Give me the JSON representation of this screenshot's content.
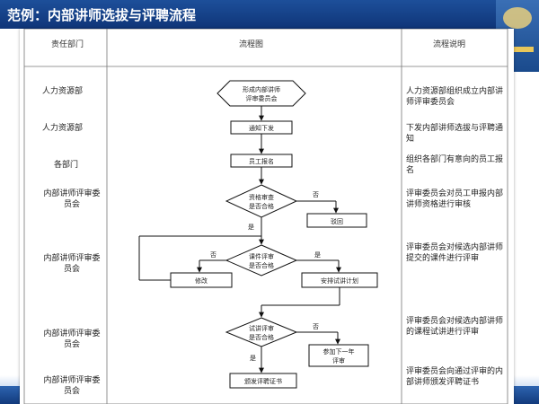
{
  "header": {
    "title": "范例：内部讲师选拔与评聘流程"
  },
  "table": {
    "headers": [
      "责任部门",
      "流程图",
      "流程说明"
    ]
  },
  "rows": [
    {
      "dept": "人力资源部",
      "desc": "人力资源部组织成立内部讲师评审委员会"
    },
    {
      "dept": "人力资源部",
      "desc": "下发内部讲师选拔与评聘通知"
    },
    {
      "dept": "各部门",
      "desc": "组织各部门有意向的员工报名"
    },
    {
      "dept": "内部讲师评审委员会",
      "desc": "评审委员会对员工申报内部讲师资格进行审核"
    },
    {
      "dept": "内部讲师评审委员会",
      "desc": "评审委员会对候选内部讲师提交的课件进行评审"
    },
    {
      "dept": "内部讲师评审委员会",
      "desc": "评审委员会对候选内部讲师的课程试讲进行评审"
    },
    {
      "dept": "内部讲师评审委员会",
      "desc": "评审委员会向通过评审的内部讲师颁发评聘证书"
    }
  ],
  "flow": {
    "start": "形成内部讲师评审委员会",
    "notice": "通知下发",
    "signup": "员工报名",
    "qual_review": "资格审查是否合格",
    "reject": "驳回",
    "courseware_review": "课件评审是否合格",
    "revise": "修改",
    "trial": "安排试讲计划",
    "trial_review": "试讲评审是否合格",
    "next_year": "参加下一年评审",
    "certificate": "颁发评聘证书",
    "yes": "是",
    "no": "否"
  }
}
